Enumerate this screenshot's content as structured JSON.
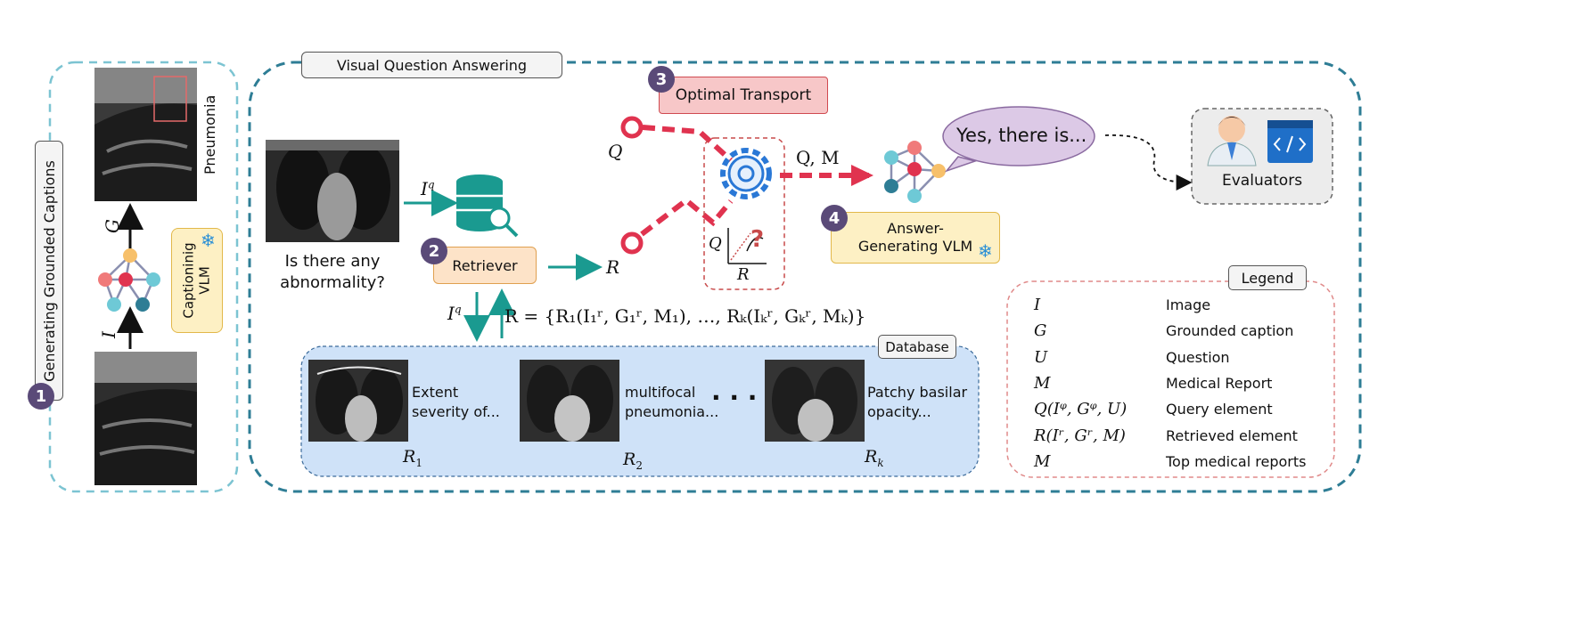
{
  "left_panel": {
    "title": "Generating Grounded Captions",
    "badge": "1",
    "diagnosis_label": "Pneumonia",
    "captioning_vlm": "Captioninig VLM",
    "arrow_label_I": "I",
    "arrow_label_G": "G"
  },
  "vqa_panel": {
    "title": "Visual Question Answering"
  },
  "query": {
    "question": "Is there any abnormality?",
    "arrow_label": "I",
    "arrow_sup": "q"
  },
  "retriever": {
    "badge": "2",
    "label": "Retriever",
    "down_label": "I",
    "down_sup": "q",
    "output_symbol": "R",
    "formula": "R = {R₁(I₁ʳ, G₁ʳ, M₁), …, Rₖ(Iₖʳ, Gₖʳ, Mₖ)}"
  },
  "optimal_transport": {
    "badge": "3",
    "label": "Optimal Transport",
    "input_Q": "Q",
    "plot_Q": "Q",
    "plot_R": "R",
    "output_label": "Q, M"
  },
  "answer_vlm": {
    "badge": "4",
    "label": "Answer-Generating VLM",
    "speech": "Yes, there is..."
  },
  "evaluators": {
    "label": "Evaluators"
  },
  "database": {
    "title": "Database",
    "items": [
      {
        "caption": "Extent severity of...",
        "symbol": "R",
        "sub": "1"
      },
      {
        "caption": "multifocal pneumonia...",
        "symbol": "R",
        "sub": "2"
      },
      {
        "caption": "Patchy basilar opacity...",
        "symbol": "R",
        "sub": "k"
      }
    ],
    "ellipsis": "· · ·"
  },
  "legend": {
    "title": "Legend",
    "rows": [
      {
        "symbol": "I",
        "desc": "Image"
      },
      {
        "symbol": "G",
        "desc": "Grounded caption"
      },
      {
        "symbol": "U",
        "desc": "Question"
      },
      {
        "symbol": "M",
        "desc": "Medical Report"
      },
      {
        "symbol": "Q(Iᵠ, Gᵠ, U)",
        "desc": "Query element"
      },
      {
        "symbol": "R(Iʳ, Gʳ, M)",
        "desc": "Retrieved element"
      },
      {
        "symbol": "M",
        "desc": "Top medical reports"
      }
    ]
  },
  "colors": {
    "teal": "#1a9a90",
    "red": "#e0334f",
    "panel_border_left": "#7cc4d2",
    "panel_border_right": "#2e7d95",
    "database_fill": "#cfe2f8",
    "vlm_fill": "#fdf0c4",
    "retriever_fill": "#fde3c8",
    "ot_fill": "#f7c7c8",
    "speech_fill": "#dcc9e6"
  }
}
